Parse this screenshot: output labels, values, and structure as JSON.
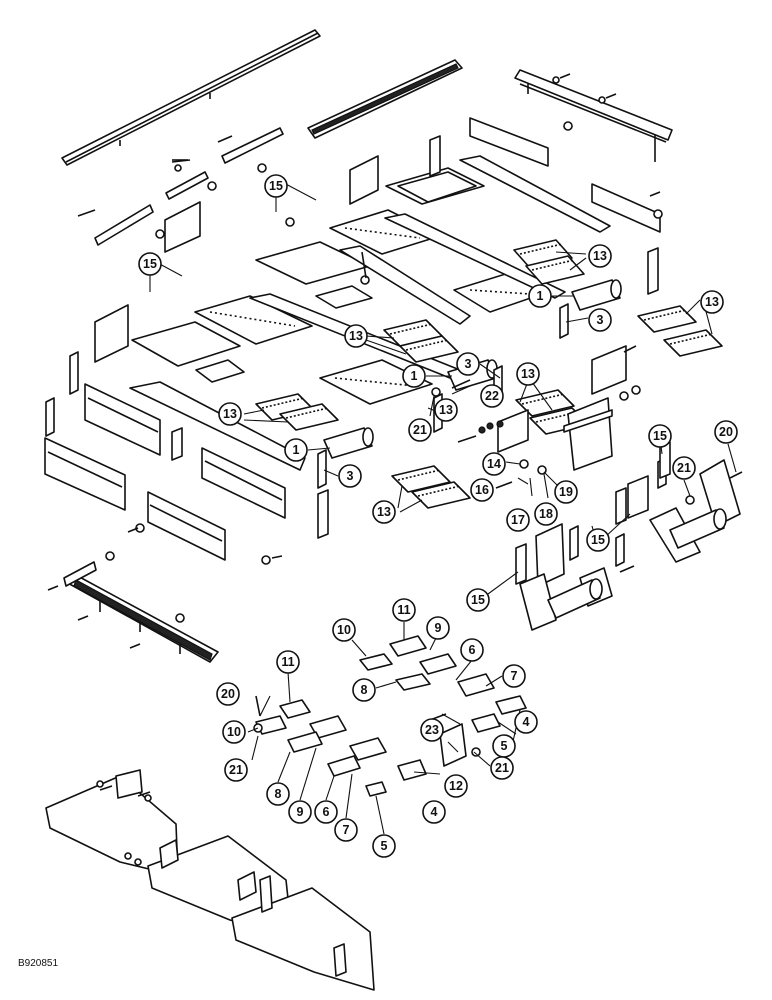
{
  "figure_code": "B920851",
  "callouts": [
    "15",
    "15",
    "13",
    "13",
    "1",
    "3",
    "13",
    "13",
    "1",
    "22",
    "3",
    "21",
    "13",
    "13",
    "1",
    "3",
    "13",
    "14",
    "16",
    "17",
    "18",
    "19",
    "15",
    "20",
    "21",
    "15",
    "15",
    "11",
    "10",
    "9",
    "6",
    "7",
    "8",
    "11",
    "20",
    "10",
    "21",
    "23",
    "4",
    "5",
    "8",
    "9",
    "6",
    "7",
    "5",
    "12",
    "21",
    "4"
  ]
}
